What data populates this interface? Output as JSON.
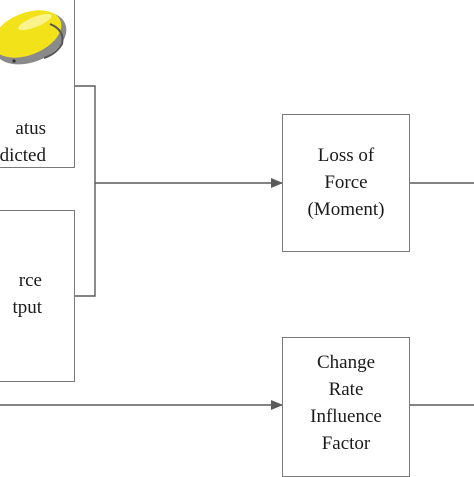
{
  "diagram": {
    "boxes": {
      "status_predicted": {
        "lines": [
          "atus",
          "dicted"
        ]
      },
      "force_output": {
        "lines": [
          "rce",
          "tput"
        ]
      },
      "loss_of_force": {
        "lines": [
          "Loss of",
          "Force",
          "(Moment)"
        ]
      },
      "change_rate": {
        "lines": [
          "Change",
          "Rate",
          "Influence",
          "Factor"
        ]
      }
    },
    "image": {
      "name": "yellow-capsule"
    },
    "colors": {
      "line": "#5a5a5a",
      "box_border": "#7a7a7a",
      "text": "#1a1a1a",
      "capsule_yellow": "#f2e21a",
      "capsule_gray": "#8a8a8a"
    }
  }
}
